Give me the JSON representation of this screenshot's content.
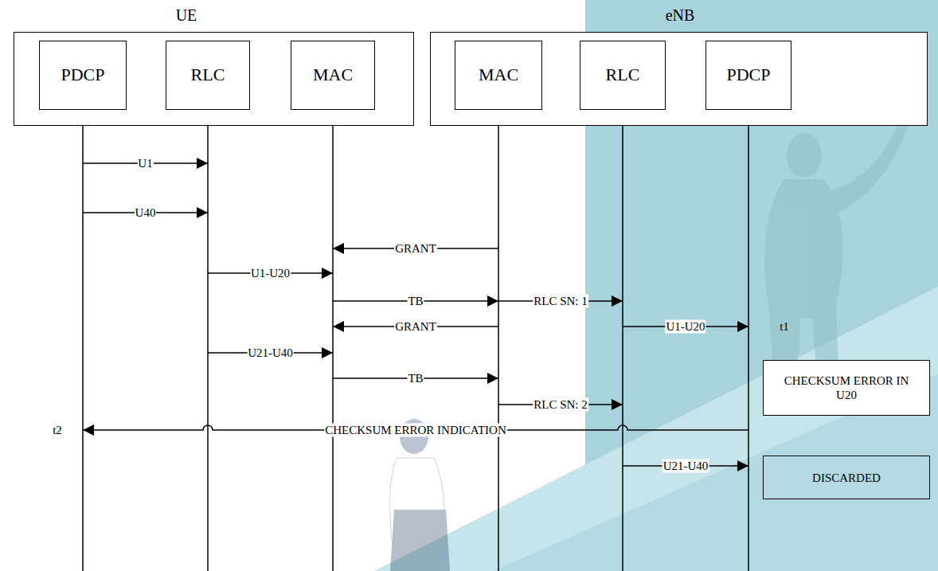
{
  "diagram": {
    "nodes": [
      {
        "text": [
          "UE"
        ]
      },
      {
        "text": [
          "PDCP"
        ],
        "in": 0
      },
      {
        "text": [
          "RLC"
        ],
        "in": 0
      },
      {
        "text": [
          "MAC"
        ],
        "in": 0
      },
      {
        "text": [
          "eNB"
        ]
      },
      {
        "text": [
          "MAC"
        ],
        "in": 4
      },
      {
        "text": [
          "RLC"
        ],
        "in": 4
      },
      {
        "text": [
          "PDCP"
        ],
        "in": 4
      },
      {
        "text": [
          "CHECKSUM ERROR IN U20"
        ]
      },
      {
        "text": [
          "DISCARDED"
        ]
      }
    ],
    "edges": [
      {
        "from": 1,
        "to": 2,
        "arrow": "to",
        "label": "U1"
      },
      {
        "from": 1,
        "to": 2,
        "arrow": "to",
        "label": "U40"
      },
      {
        "from": 5,
        "to": 3,
        "arrow": "to",
        "label": "GRANT"
      },
      {
        "from": 2,
        "to": 3,
        "arrow": "to",
        "label": "U1-U20"
      },
      {
        "from": 3,
        "to": 5,
        "arrow": "to",
        "label": "TB"
      },
      {
        "from": 5,
        "to": 6,
        "arrow": "to",
        "label": "RLC SN: 1"
      },
      {
        "from": 5,
        "to": 3,
        "arrow": "to",
        "label": "GRANT"
      },
      {
        "from": 6,
        "to": 7,
        "arrow": "to",
        "label": "U1-U20"
      },
      {
        "from": 2,
        "to": 3,
        "arrow": "to",
        "label": "U21-U40"
      },
      {
        "from": 3,
        "to": 5,
        "arrow": "to",
        "label": "TB"
      },
      {
        "from": 5,
        "to": 6,
        "arrow": "to",
        "label": "RLC SN: 2"
      },
      {
        "from": 7,
        "to": 1,
        "arrow": "to",
        "label": "CHECKSUM ERROR INDICATION"
      },
      {
        "from": 6,
        "to": 7,
        "arrow": "to",
        "label": "U21-U40"
      }
    ],
    "labels": [
      "t1",
      "t2"
    ]
  }
}
